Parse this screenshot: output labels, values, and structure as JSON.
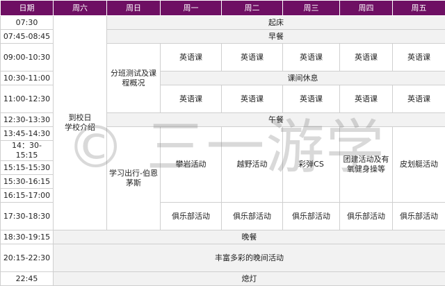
{
  "header": {
    "date": "日期",
    "days": [
      "周六",
      "周日",
      "周一",
      "周二",
      "周三",
      "周四",
      "周五"
    ]
  },
  "times": [
    "07:30",
    "07:45-08:45",
    "09:00-10:30",
    "10:30-11:00",
    "11:00-12:30",
    "12:30-13:30",
    "13:45-14:30",
    "14：30-15:15",
    "15:15-15:30",
    "15:30-16:15",
    "16:15-17:00",
    "17:30-18:30",
    "18:30-19:15",
    "20:15-22:30",
    "22:45"
  ],
  "events": {
    "wake_up": "起床",
    "breakfast": "早餐",
    "arrival": "到校日\n学校介绍",
    "placement": "分班测试及课程概况",
    "english": "英语课",
    "break": "课间休息",
    "lunch": "午餐",
    "trip": "学习出行-伯恩茅斯",
    "climbing": "攀岩活动",
    "cross_country": "越野活动",
    "paintball": "彩弹CS",
    "team_building": "团建活动及有氧健身操等",
    "kayak": "皮划艇活动",
    "club": "俱乐部活动",
    "dinner": "晚餐",
    "evening": "丰富多彩的晚间活动",
    "lights_out": "熄灯"
  },
  "watermark": "© 三一游学",
  "colors": {
    "header_bg": "#6e0f63",
    "header_text": "#ffffff",
    "grey_cell": "#f2f2f2"
  }
}
